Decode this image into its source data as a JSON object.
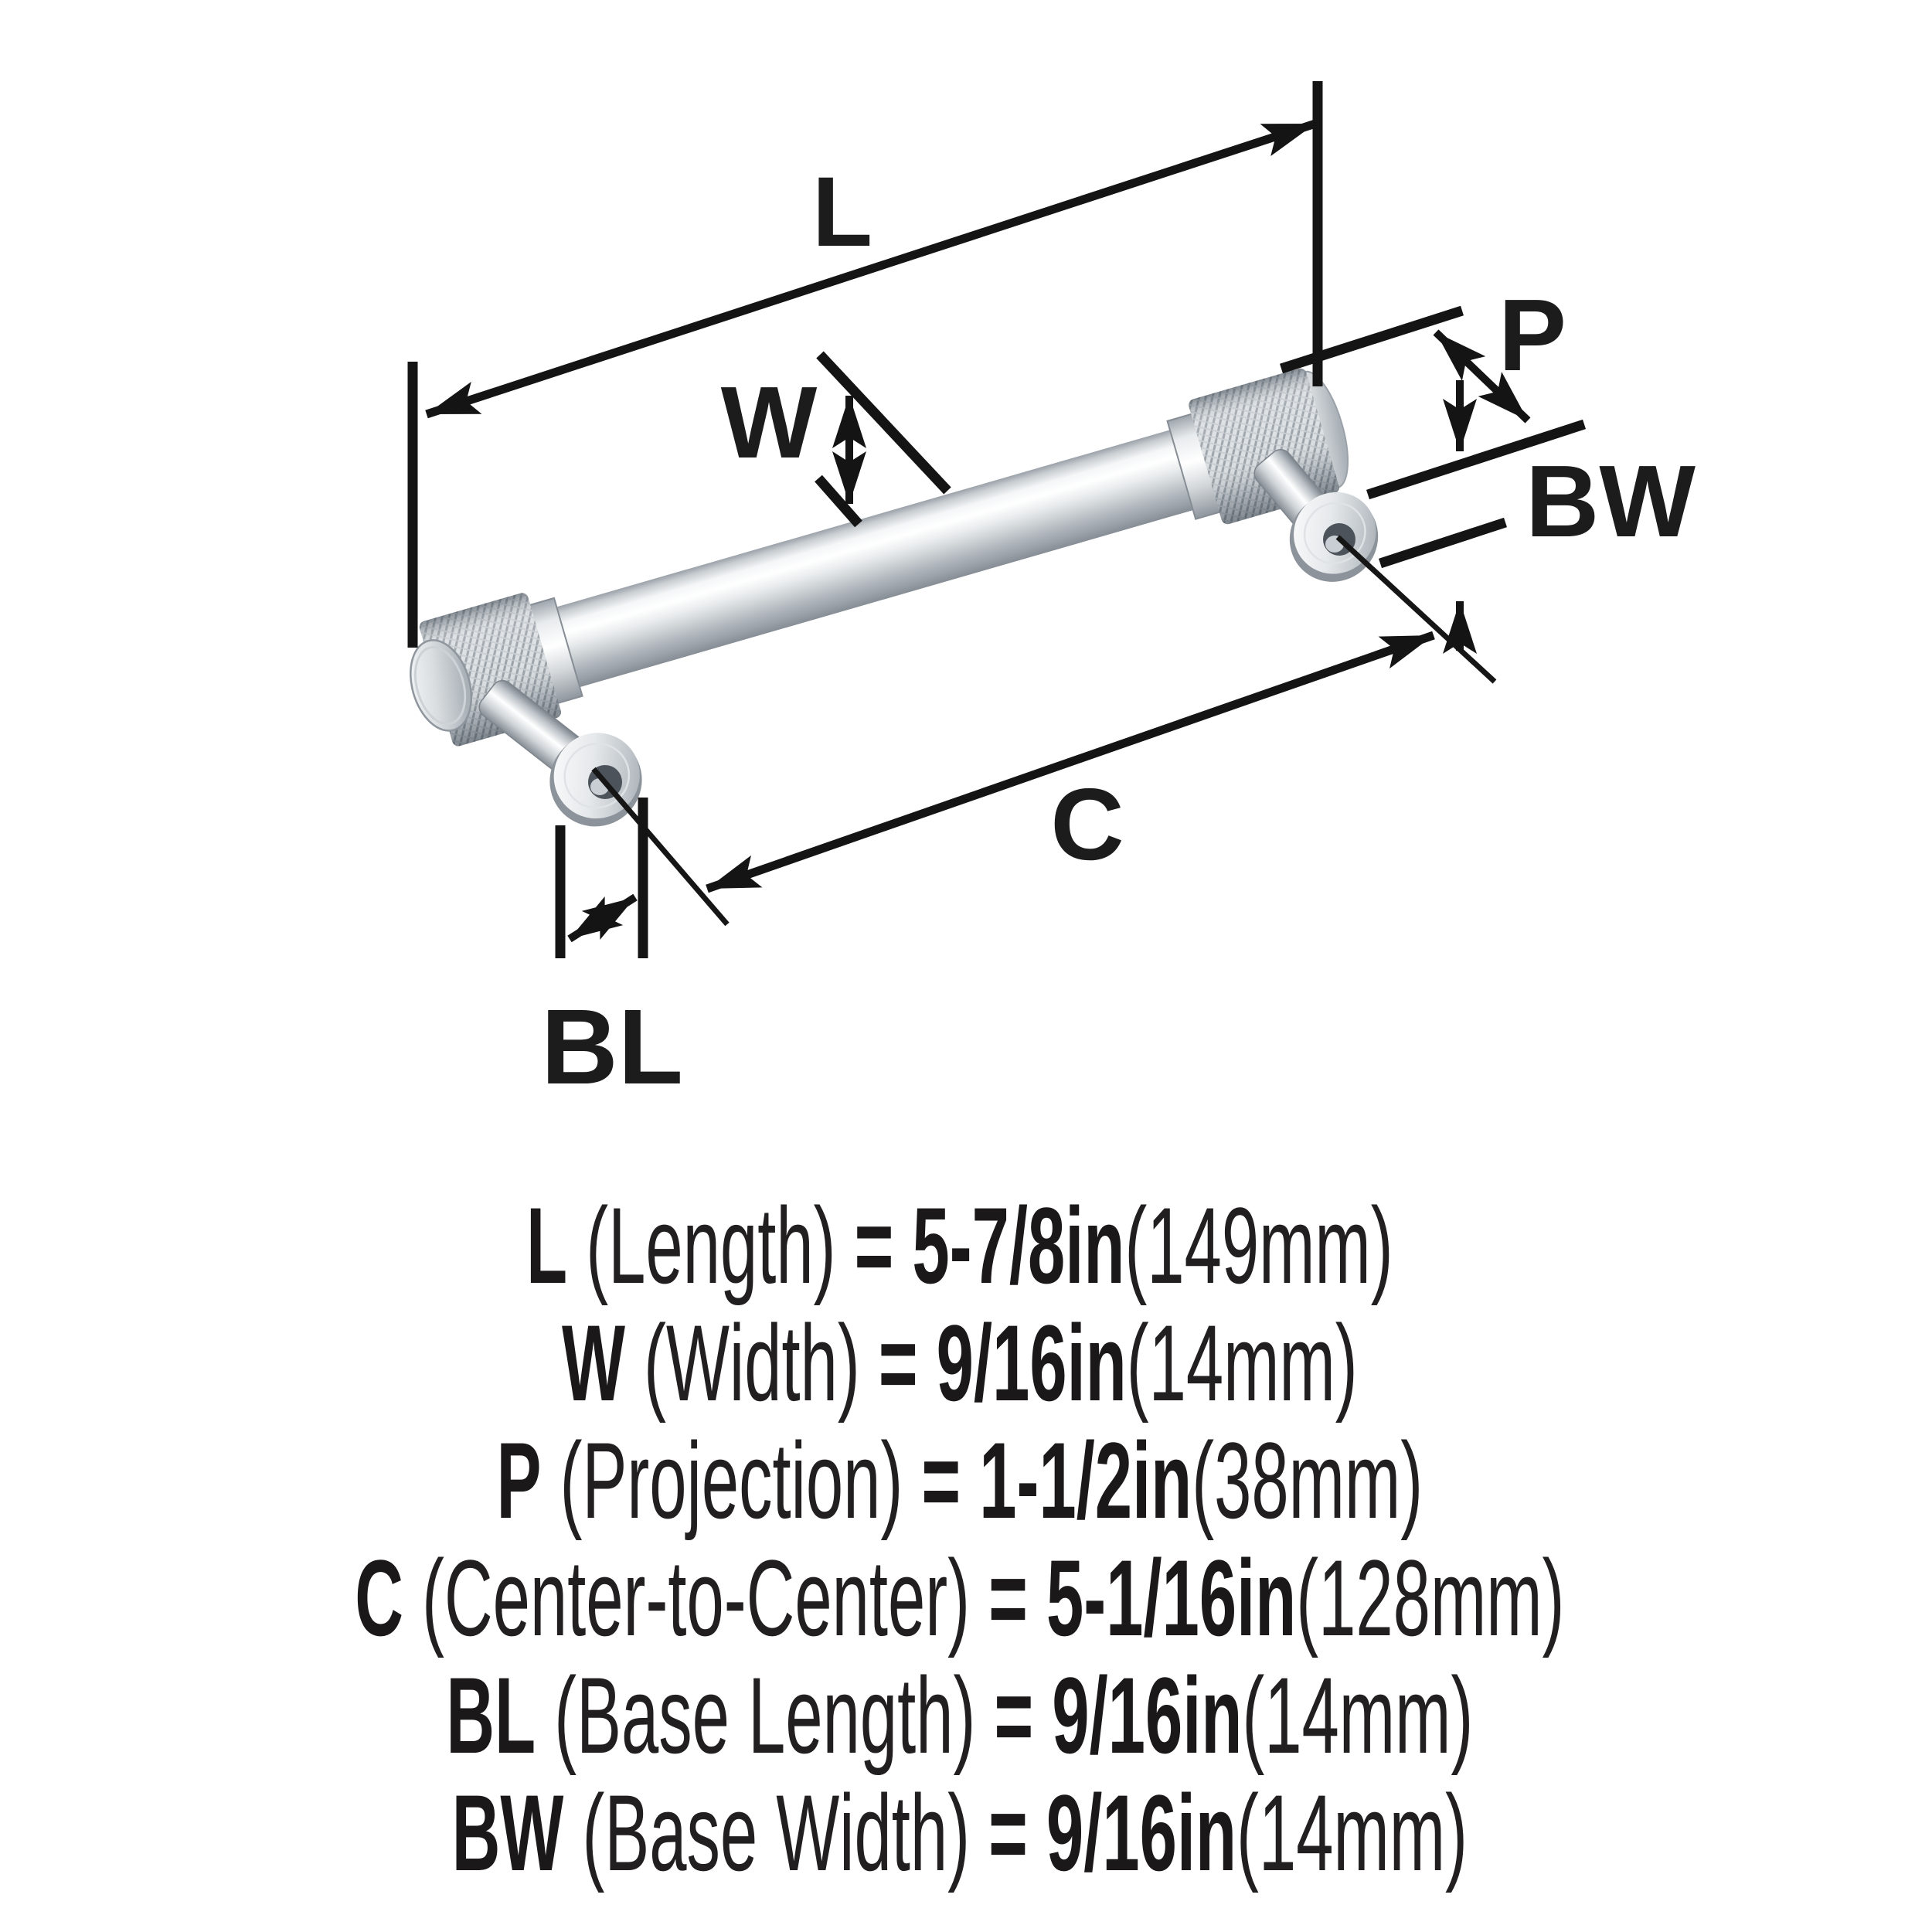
{
  "colors": {
    "background": "#ffffff",
    "ink": "#141414",
    "text": "#221f20",
    "metal_highlight": "#ffffff",
    "metal_shadow": "#8a929a"
  },
  "diagram": {
    "title": "cabinet pull dimension diagram",
    "labels": {
      "length": "L",
      "width": "W",
      "projection": "P",
      "center_to_center": "C",
      "base_length": "BL",
      "base_width": "BW"
    }
  },
  "legend": {
    "lines": [
      [
        "L",
        " (Length) ",
        "= 5-7/8in",
        "(149mm)"
      ],
      [
        "W",
        " (Width) ",
        "= 9/16in",
        "(14mm)"
      ],
      [
        "P",
        " (Projection) ",
        "= 1-1/2in",
        "(38mm)"
      ],
      [
        "C",
        " (Center-to-Center) ",
        "= 5-1/16in",
        "(128mm)"
      ],
      [
        "BL",
        " (Base Length) ",
        "= 9/16in",
        "(14mm)"
      ],
      [
        "BW",
        " (Base Width) ",
        "= 9/16in",
        "(14mm)"
      ]
    ]
  }
}
